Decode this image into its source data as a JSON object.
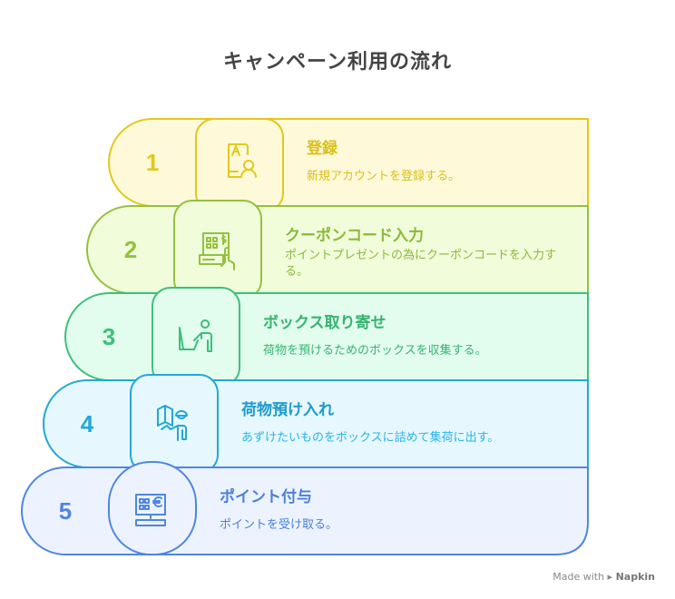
{
  "title": "キャンペーン利用の流れ",
  "steps": [
    {
      "number": "1",
      "title": "登録",
      "description": "新規アカウントを登録する。",
      "icon": "user-id-card-icon",
      "stroke": "#E2C81A",
      "fill": "#FEF9D9",
      "title_color": "#D9C01A",
      "desc_color": "#D9C01A"
    },
    {
      "number": "2",
      "title": "クーポンコード入力",
      "description": "ポイントプレゼントの為にクーポンコードを入力する。",
      "icon": "payment-terminal-icon",
      "stroke": "#93C13E",
      "fill": "#F1FDDA",
      "title_color": "#8AB93A",
      "desc_color": "#8AB93A"
    },
    {
      "number": "3",
      "title": "ボックス取り寄せ",
      "description": "荷物を預けるためのボックスを収集する。",
      "icon": "person-box-icon",
      "stroke": "#3CC07A",
      "fill": "#E2FCEE",
      "title_color": "#36B470",
      "desc_color": "#36B470"
    },
    {
      "number": "4",
      "title": "荷物預け入れ",
      "description": "あずけたいものをボックスに詰めて集荷に出す。",
      "icon": "delivery-person-icon",
      "stroke": "#22A8D6",
      "fill": "#E6F7FE",
      "title_color": "#1E9BCB",
      "desc_color": "#2BB3E8"
    },
    {
      "number": "5",
      "title": "ポイント付与",
      "description": "ポイントを受け取る。",
      "icon": "point-terminal-icon",
      "stroke": "#4F86E0",
      "fill": "#EDF3FE",
      "title_color": "#4A7FDB",
      "desc_color": "#4A7FDB"
    }
  ],
  "credit": {
    "prefix": "Made with",
    "brand": "Napkin"
  }
}
